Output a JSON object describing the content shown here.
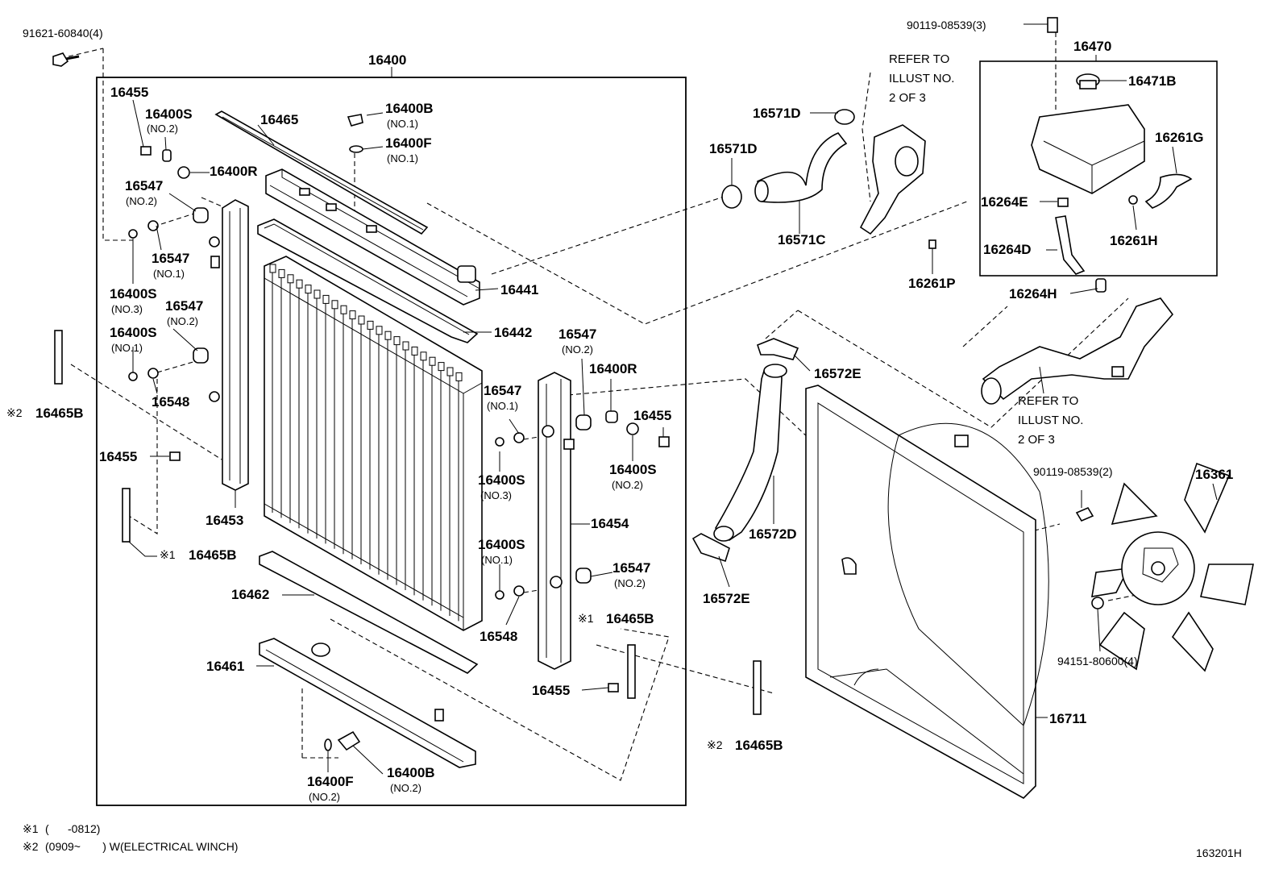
{
  "diagram": {
    "code": "163201H",
    "assembly_label": "16400",
    "notes": [
      {
        "mark": "※1",
        "text": "(      -0812)"
      },
      {
        "mark": "※2",
        "text": "(0909~       ) W(ELECTRICAL WINCH)"
      }
    ],
    "refer_top": [
      "REFER TO",
      "ILLUST NO.",
      "2 OF 3"
    ],
    "refer_right": [
      "REFER TO",
      "ILLUST NO.",
      "2 OF 3"
    ]
  },
  "labels": {
    "p91621": "91621-60840(4)",
    "p16455a": "16455",
    "p16400S_no2a": "16400S",
    "p16400S_no2a_sub": "(NO.2)",
    "p16465": "16465",
    "p16400B_no1": "16400B",
    "p16400B_no1_sub": "(NO.1)",
    "p16400F_no1": "16400F",
    "p16400F_no1_sub": "(NO.1)",
    "p16400R_a": "16400R",
    "p16547_no2a": "16547",
    "p16547_no2a_sub": "(NO.2)",
    "p16547_no1a": "16547",
    "p16547_no1a_sub": "(NO.1)",
    "p16400S_no3a": "16400S",
    "p16400S_no3a_sub": "(NO.3)",
    "p16547_no2b": "16547",
    "p16547_no2b_sub": "(NO.2)",
    "p16400S_no1a": "16400S",
    "p16400S_no1a_sub": "(NO.1)",
    "p16548a": "16548",
    "p16465B_a": "16465B",
    "p16465B_a_mark": "※2",
    "p16455b": "16455",
    "p16453": "16453",
    "p16465B_b": "16465B",
    "p16465B_b_mark": "※1",
    "p16441": "16441",
    "p16442": "16442",
    "p16547_no2c": "16547",
    "p16547_no2c_sub": "(NO.2)",
    "p16400R_b": "16400R",
    "p16547_no1b": "16547",
    "p16547_no1b_sub": "(NO.1)",
    "p16455c": "16455",
    "p16400S_no3b": "16400S",
    "p16400S_no3b_sub": "(NO.3)",
    "p16400S_no2b": "16400S",
    "p16400S_no2b_sub": "(NO.2)",
    "p16454": "16454",
    "p16400S_no1b": "16400S",
    "p16400S_no1b_sub": "(NO.1)",
    "p16547_no2d": "16547",
    "p16547_no2d_sub": "(NO.2)",
    "p16462": "16462",
    "p16548b": "16548",
    "p16465B_c": "16465B",
    "p16465B_c_mark": "※1",
    "p16461": "16461",
    "p16455d": "16455",
    "p16400F_no2": "16400F",
    "p16400F_no2_sub": "(NO.2)",
    "p16400B_no2": "16400B",
    "p16400B_no2_sub": "(NO.2)",
    "p16465B_d": "16465B",
    "p16465B_d_mark": "※2",
    "p16571D_a": "16571D",
    "p16571D_b": "16571D",
    "p16571C": "16571C",
    "p90119_3": "90119-08539(3)",
    "p16470": "16470",
    "p16471B": "16471B",
    "p16261G": "16261G",
    "p16264E": "16264E",
    "p16261H": "16261H",
    "p16264D": "16264D",
    "p16261P": "16261P",
    "p16264H": "16264H",
    "p16572E_a": "16572E",
    "p16572D": "16572D",
    "p16572E_b": "16572E",
    "p90119_2": "90119-08539(2)",
    "p16361": "16361",
    "p94151": "94151-80600(4)",
    "p16711": "16711"
  }
}
